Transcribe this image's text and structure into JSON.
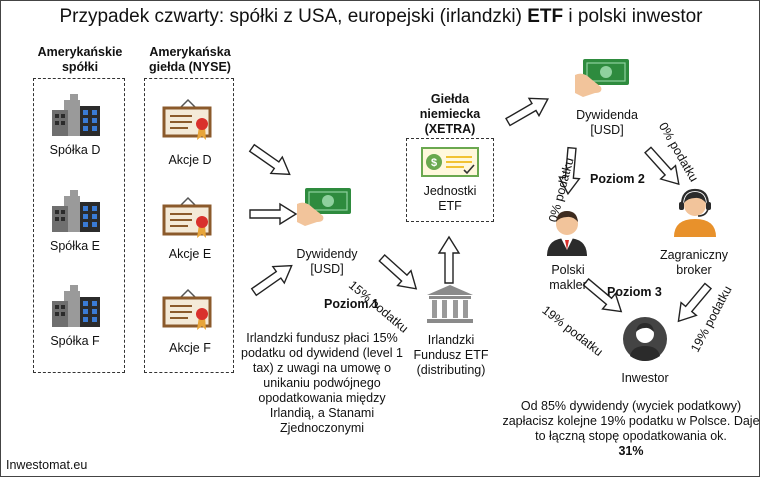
{
  "title": {
    "prefix": "Przypadek czwarty: spółki z USA, europejski (irlandzki) ",
    "etf": "ETF",
    "suffix": " i polski inwestor"
  },
  "companies": {
    "header": "Amerykańskie spółki",
    "items": [
      "Spółka D",
      "Spółka E",
      "Spółka F"
    ]
  },
  "exchange": {
    "header": "Amerykańska giełda (NYSE)",
    "items": [
      "Akcje D",
      "Akcje E",
      "Akcje F"
    ]
  },
  "dividends_usd": "Dywidendy [USD]",
  "tax_15": "15% podatku",
  "level1": "Poziom 1",
  "level1_note": "Irlandzki fundusz płaci 15% podatku od dywidend (level 1 tax) z uwagi na umowę o unikaniu podwójnego opodatkowania między Irlandią, a Stanami Zjednoczonymi",
  "fund": "Irlandzki Fundusz ETF (distributing)",
  "xetra": {
    "header": "Giełda niemiecka (XETRA)",
    "units": "Jednostki ETF"
  },
  "dividend_usd": "Dywidenda [USD]",
  "tax_0_left": "0% podatku",
  "tax_0_right": "0% podatku",
  "level2": "Poziom 2",
  "polish_broker": "Polski makler",
  "foreign_broker": "Zagraniczny broker",
  "level3": "Poziom 3",
  "tax_19_left": "19% podatku",
  "tax_19_right": "19% podatku",
  "investor": "Inwestor",
  "summary": "Od 85% dywidendy (wyciek podatkowy) zapłacisz kolejne 19% podatku w Polsce. Daje to łączną stopę opodatkowania ok.",
  "summary_total": "31%",
  "source": "Inwestomat.eu",
  "icons": {
    "building": "building-icon",
    "certificate": "stock-certificate-icon",
    "cash": "cash-hand-icon",
    "etf_units": "etf-certificate-icon",
    "bank": "bank-icon",
    "broker": "broker-person-icon",
    "headset": "headset-person-icon",
    "investor": "investor-person-icon",
    "arrow": "outline-arrow-icon"
  },
  "colors": {
    "cash_green": "#2e8b3e",
    "skin": "#f2c49b",
    "cert_frame": "#8b5a2b",
    "ribbon_red": "#d9302c",
    "ribbon_gold": "#e8a53a",
    "building_grey": "#9a9a9a",
    "building_dark": "#2b2b2b",
    "window_blue": "#3a7bd5",
    "etf_green": "#6aa84f",
    "etf_gold": "#f1c232",
    "bank_grey": "#8a8a8a",
    "investor_dark": "#444444"
  }
}
